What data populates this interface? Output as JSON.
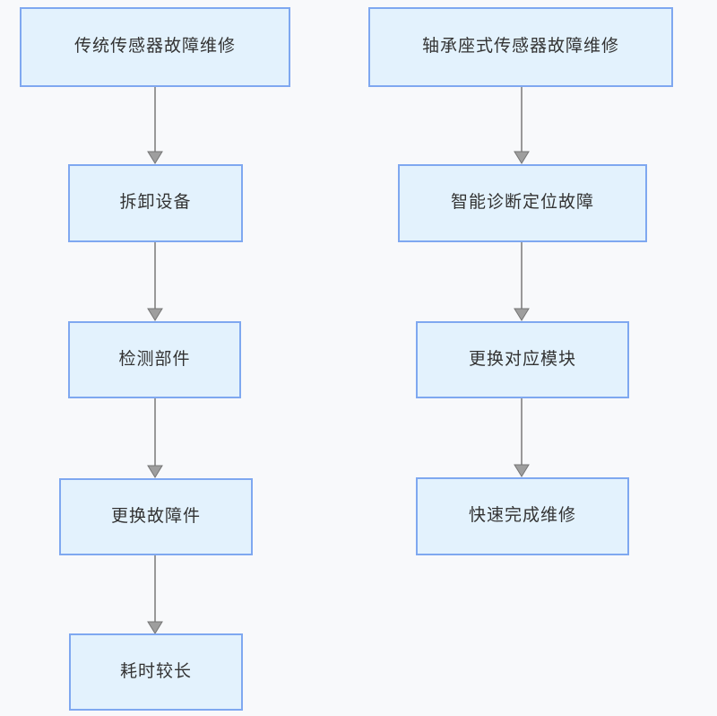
{
  "flowchart": {
    "colors": {
      "page_bg": "#f8f9fb",
      "box_fill": "#e3f2fd",
      "box_border": "#7fa8f0",
      "text_color": "#333333",
      "arrow_line": "#999999",
      "arrow_head": "#9e9e9e",
      "arrow_head_border": "#757575"
    },
    "columns": [
      {
        "name": "traditional-sensor-repair",
        "steps": [
          "传统传感器故障维修",
          "拆卸设备",
          "检测部件",
          "更换故障件",
          "耗时较长"
        ]
      },
      {
        "name": "bearing-seat-sensor-repair",
        "steps": [
          "轴承座式传感器故障维修",
          "智能诊断定位故障",
          "更换对应模块",
          "快速完成维修"
        ]
      }
    ]
  }
}
